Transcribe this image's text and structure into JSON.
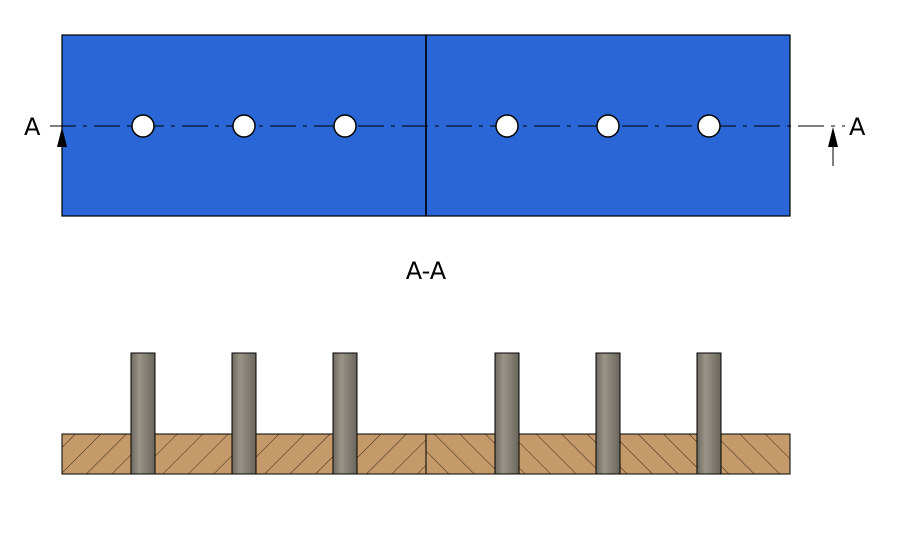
{
  "section": {
    "left_marker": "A",
    "right_marker": "A",
    "title": "A-A"
  },
  "colors": {
    "plate": "#2a66d6",
    "line": "#000000",
    "hole": "#ffffff",
    "wood": "#c49a6a",
    "pin": "#8a8478"
  },
  "icons": [
    "section-arrow-up-icon",
    "section-arrow-up-icon"
  ]
}
